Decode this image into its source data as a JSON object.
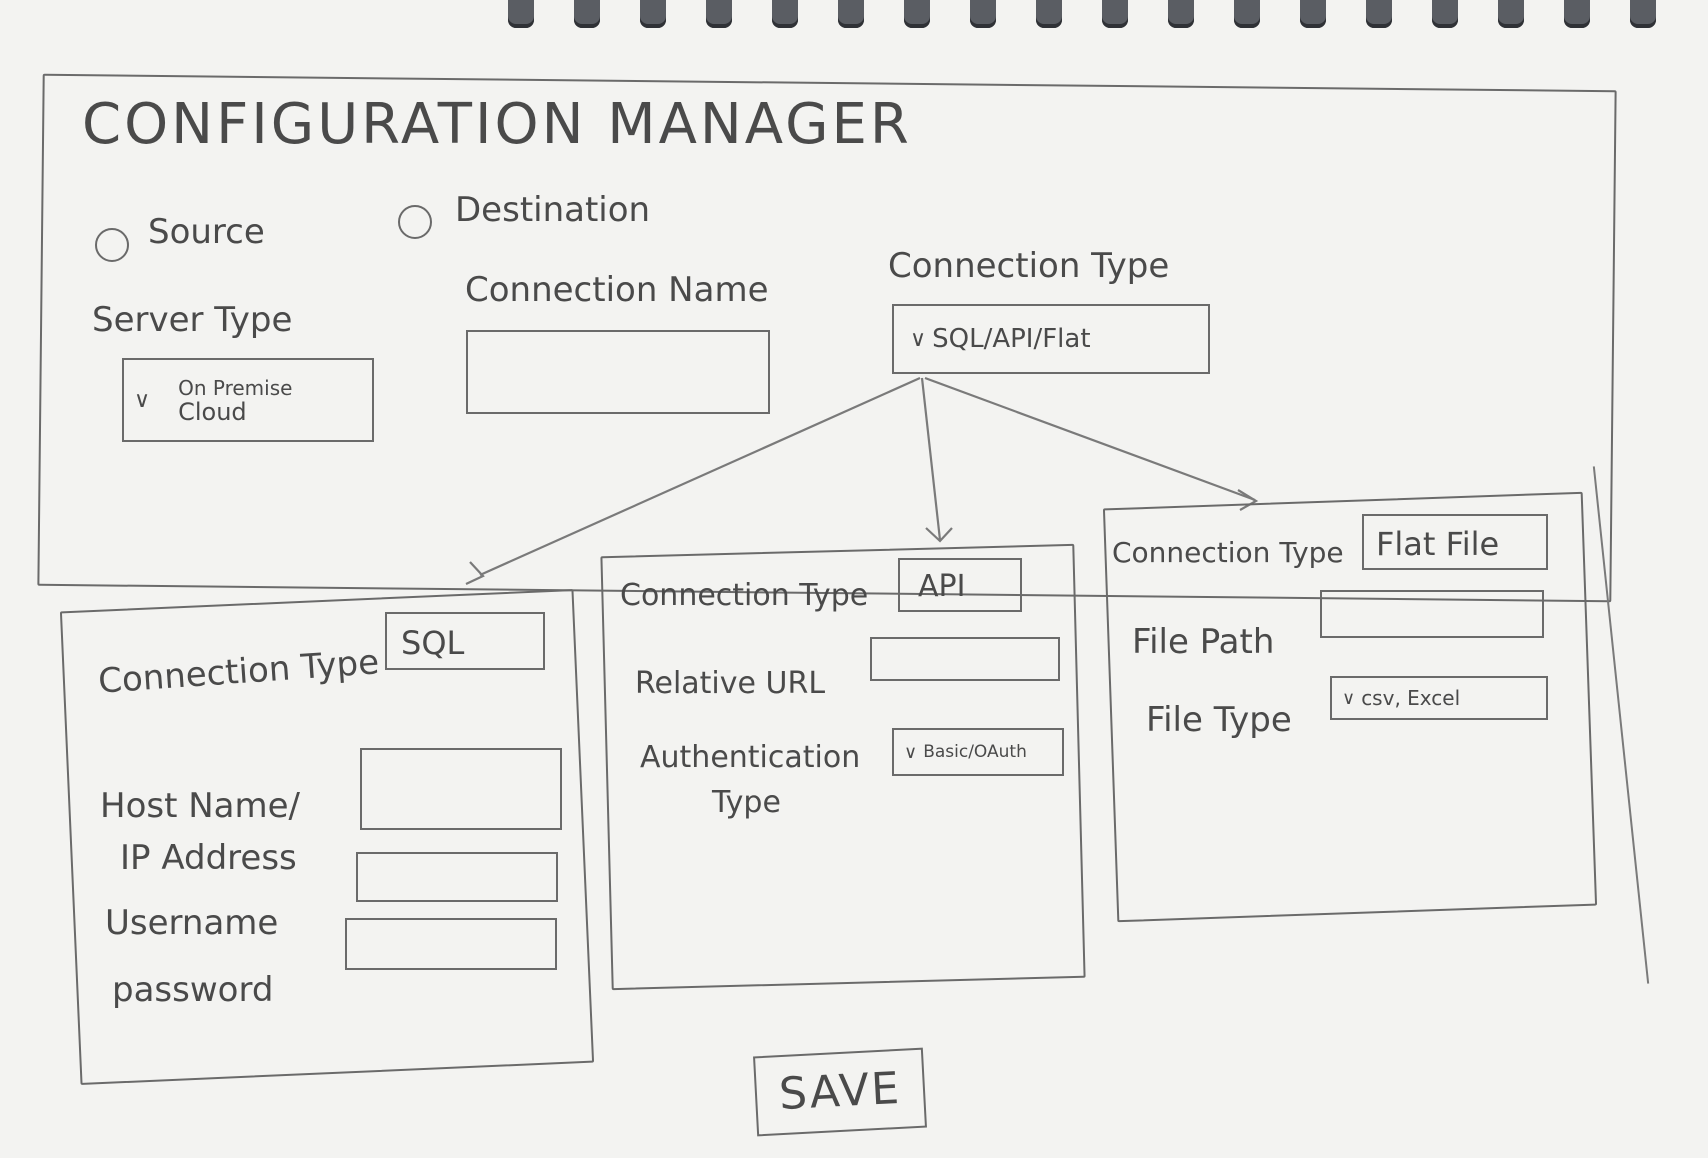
{
  "title": "CONFIGURATION MANAGER",
  "radios": {
    "source": "Source",
    "destination": "Destination"
  },
  "server_type": {
    "label": "Server Type",
    "options": [
      "On Premise",
      "Cloud"
    ]
  },
  "connection_name": {
    "label": "Connection Name",
    "value": ""
  },
  "connection_type": {
    "label": "Connection Type",
    "value": "SQL/API/Flat"
  },
  "sql_panel": {
    "type_label": "Connection Type",
    "type_value": "SQL",
    "host_label_1": "Host Name/",
    "host_label_2": "IP Address",
    "username_label": "Username",
    "password_label": "password"
  },
  "api_panel": {
    "type_label": "Connection Type",
    "type_value": "API",
    "url_label": "Relative URL",
    "auth_label_1": "Authentication",
    "auth_label_2": "Type",
    "auth_value": "Basic/OAuth"
  },
  "flat_panel": {
    "type_label": "Connection Type",
    "type_value": "Flat File",
    "path_label": "File Path",
    "filetype_label": "File Type",
    "filetype_value": "csv, Excel"
  },
  "save_button": "SAVE"
}
